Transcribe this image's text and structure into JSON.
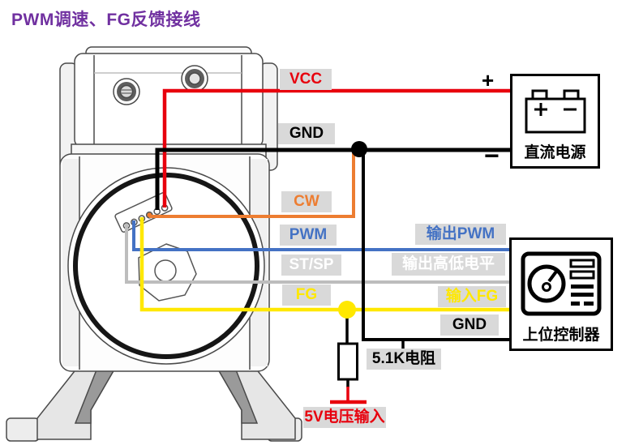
{
  "title": {
    "text": "PWM调速、FG反馈接线"
  },
  "colors": {
    "title_purple": "#7030A0",
    "red": "#E8000D",
    "orange": "#ED7D31",
    "blue": "#4472C4",
    "wire_gray": "#BDBDBD",
    "yellow": "#FFE800",
    "label_bg": "#D9D9D9",
    "black": "#000000",
    "white_text": "#FFFFFF"
  },
  "labels": {
    "vcc": "VCC",
    "gnd_left": "GND",
    "cw": "CW",
    "pwm": "PWM",
    "stsp": "ST/SP",
    "fg": "FG",
    "out_pwm": "输出PWM",
    "out_level": "输出高低电平",
    "in_fg": "输入FG",
    "gnd_right": "GND",
    "resistor": "5.1K电阻",
    "v5_input": "5V电压输入"
  },
  "power_supply": {
    "label": "直流电源",
    "plus": "+",
    "minus": "−",
    "icon": "battery-icon"
  },
  "controller": {
    "label": "上位控制器",
    "icon": "gauge-panel-icon"
  },
  "connector": {
    "pin_count": 6
  }
}
